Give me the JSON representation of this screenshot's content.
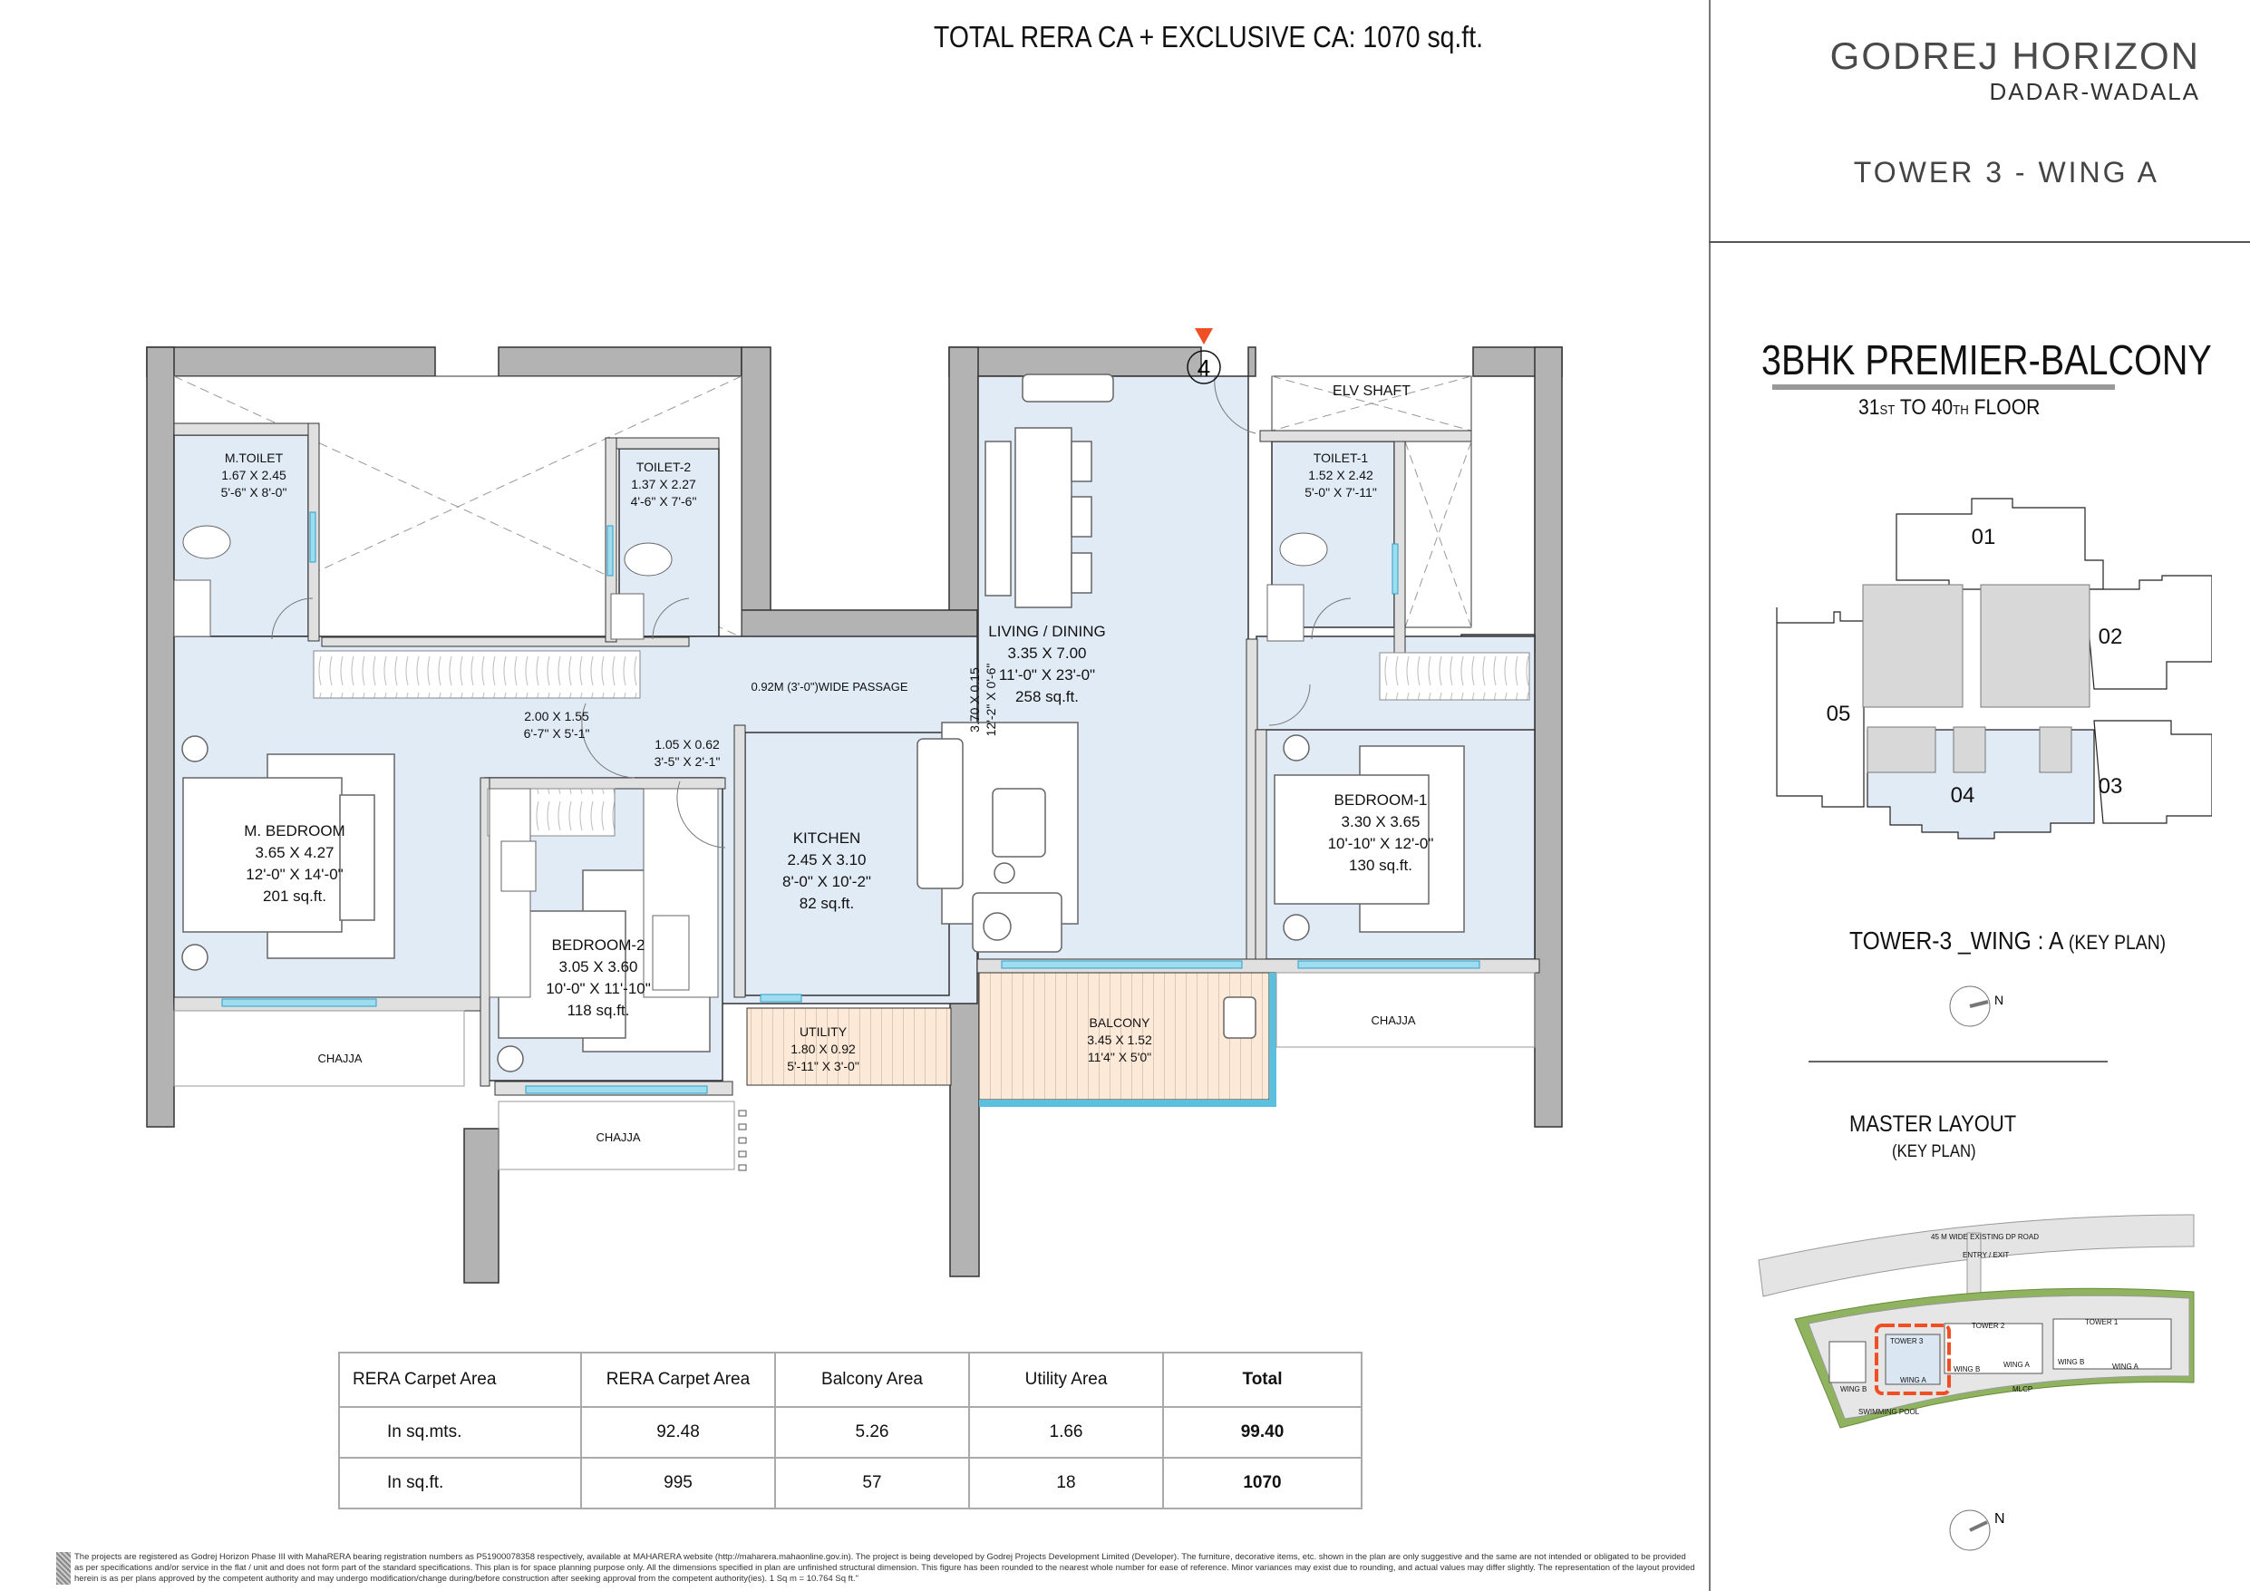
{
  "header": {
    "total_area_label": "TOTAL RERA CA + EXCLUSIVE CA: 1070 sq.ft."
  },
  "brand": {
    "name": "GODREJ HORIZON",
    "location": "DADAR-WADALA",
    "tower_wing": "TOWER 3 - WING A"
  },
  "unit": {
    "type": "3BHK PREMIER-BALCONY",
    "floor_from": "31",
    "floor_from_suffix": "ST",
    "floor_mid": " TO ",
    "floor_to": "40",
    "floor_to_suffix": "TH",
    "floor_word": " FLOOR",
    "entry_marker": "4"
  },
  "rooms": [
    {
      "name": "M.TOILET",
      "metric": "1.67 X 2.45",
      "imperial": "5'-6\" X 8'-0\"",
      "area": ""
    },
    {
      "name": "TOILET-2",
      "metric": "1.37 X 2.27",
      "imperial": "4'-6\" X 7'-6\"",
      "area": ""
    },
    {
      "name": "TOILET-1",
      "metric": "1.52 X 2.42",
      "imperial": "5'-0\" X 7'-11\"",
      "area": ""
    },
    {
      "name": "M. BEDROOM",
      "metric": "3.65 X 4.27",
      "imperial": "12'-0\" X 14'-0\"",
      "area": "201 sq.ft."
    },
    {
      "name": "BEDROOM-2",
      "metric": "3.05 X 3.60",
      "imperial": "10'-0\" X 11'-10\"",
      "area": "118 sq.ft."
    },
    {
      "name": "BEDROOM-1",
      "metric": "3.30 X 3.65",
      "imperial": "10'-10\" X 12'-0\"",
      "area": "130 sq.ft."
    },
    {
      "name": "KITCHEN",
      "metric": "2.45 X 3.10",
      "imperial": "8'-0\" X 10'-2\"",
      "area": "82 sq.ft."
    },
    {
      "name": "LIVING / DINING",
      "metric": "3.35 X 7.00",
      "imperial": "11'-0\" X 23'-0\"",
      "area": "258 sq.ft."
    },
    {
      "name": "UTILITY",
      "metric": "1.80 X 0.92",
      "imperial": "5'-11\" X 3'-0\"",
      "area": ""
    },
    {
      "name": "BALCONY",
      "metric": "3.45 X 1.52",
      "imperial": "11'4\" X 5'0\"",
      "area": ""
    }
  ],
  "plan_labels": {
    "elv_shaft": "ELV SHAFT",
    "passage": "0.92M (3'-0\")WIDE PASSAGE",
    "dim_a_metric": "2.00 X 1.55",
    "dim_a_imperial": "6'-7\" X 5'-1\"",
    "dim_b_metric": "1.05 X 0.62",
    "dim_b_imperial": "3'-5\" X 2'-1\"",
    "dim_c_metric": "3.70 X 0.15",
    "dim_c_imperial": "12'-2\" X 0'-6\"",
    "chajja": "CHAJJA"
  },
  "key_plan": {
    "title": "TOWER-3 _WING : A",
    "title_suffix": "(KEY PLAN)",
    "units": [
      "01",
      "02",
      "03",
      "04",
      "05"
    ],
    "highlighted_unit": "04",
    "north_label": "N"
  },
  "master_layout": {
    "title": "MASTER LAYOUT",
    "subtitle": "(KEY PLAN)",
    "labels": {
      "road": "45 M WIDE EXISTING DP ROAD",
      "entry": "ENTRY / EXIT",
      "tower1": "TOWER 1",
      "tower2": "TOWER 2",
      "tower3": "TOWER 3",
      "wing_a": "WING A",
      "wing_b": "WING B",
      "mlcp": "MLCP",
      "pool": "SWIMMING POOL"
    },
    "north_label": "N"
  },
  "area_table": {
    "headers": [
      "RERA Carpet Area",
      "RERA Carpet Area",
      "Balcony Area",
      "Utility Area",
      "Total"
    ],
    "rows": [
      [
        "In sq.mts.",
        "92.48",
        "5.26",
        "1.66",
        "99.40"
      ],
      [
        "In sq.ft.",
        "995",
        "57",
        "18",
        "1070"
      ]
    ]
  },
  "disclaimer": "The projects are registered as Godrej Horizon Phase III with MahaRERA bearing registration numbers as P51900078358 respectively, available at MAHARERA website (http://maharera.mahaonline.gov.in). The project is being developed by Godrej Projects Development Limited (Developer). The furniture, decorative items, etc. shown in the plan are only suggestive and the same are not intended or obligated to be provided as per specifications and/or service in the flat / unit and does not form part of the standard specifications. This plan is for space planning purpose only. All the dimensions specified in plan are unfinished structural dimension. This figure has been rounded to the nearest whole number for ease of reference. Minor variances may exist due to rounding, and actual values may differ slightly. The representation of the layout provided herein is as per plans approved by the competent authority and may undergo modification/change during/before construction after seeking approval from the competent authority(ies). 1 Sq m = 10.764 Sq ft.\"",
  "colors": {
    "room_fill": "#e1ebf6",
    "wall": "#b3b3b3",
    "balcony_fill": "#fde9d8",
    "window": "#5bc0de",
    "entry_marker": "#f04e23",
    "highlight_outline": "#f04e23"
  }
}
